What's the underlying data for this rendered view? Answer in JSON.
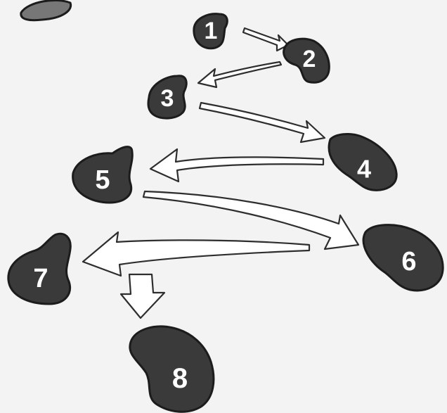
{
  "steps": [
    {
      "id": 1,
      "label": "1"
    },
    {
      "id": 2,
      "label": "2"
    },
    {
      "id": 3,
      "label": "3"
    },
    {
      "id": 4,
      "label": "4"
    },
    {
      "id": 5,
      "label": "5"
    },
    {
      "id": 6,
      "label": "6"
    },
    {
      "id": 7,
      "label": "7"
    },
    {
      "id": 8,
      "label": "8"
    }
  ],
  "flow": [
    {
      "from": 1,
      "to": 2
    },
    {
      "from": 2,
      "to": 3
    },
    {
      "from": 3,
      "to": 4
    },
    {
      "from": 4,
      "to": 5
    },
    {
      "from": 5,
      "to": 6
    },
    {
      "from": 6,
      "to": 7
    },
    {
      "from": 7,
      "to": 8
    }
  ],
  "colors": {
    "background": "#f3f3f3",
    "footprint": "#3a3a3a",
    "footprint_outline": "#1c1c1c",
    "number": "#ffffff",
    "arrow_fill": "#ffffff",
    "arrow_outline": "#2e2e2e"
  }
}
